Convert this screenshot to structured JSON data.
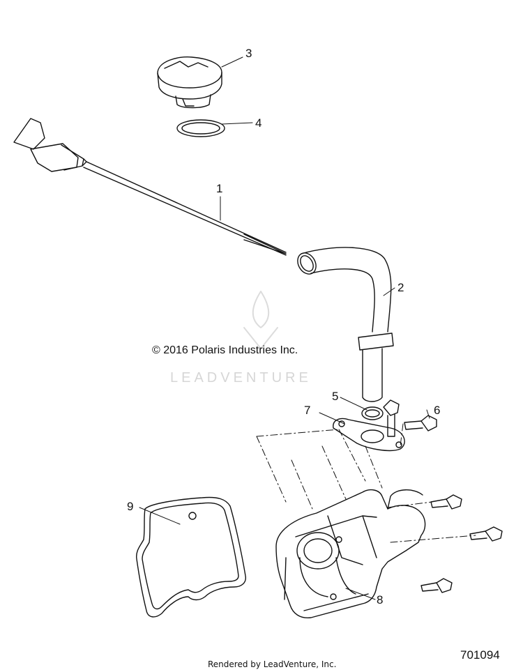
{
  "copyright": "© 2016 Polaris Industries Inc.",
  "watermark": "LEADVENTURE",
  "footer": "Rendered by LeadVenture, Inc.",
  "diagram_number": "701094",
  "callouts": [
    "1",
    "2",
    "3",
    "4",
    "5",
    "6",
    "7",
    "8",
    "9"
  ]
}
